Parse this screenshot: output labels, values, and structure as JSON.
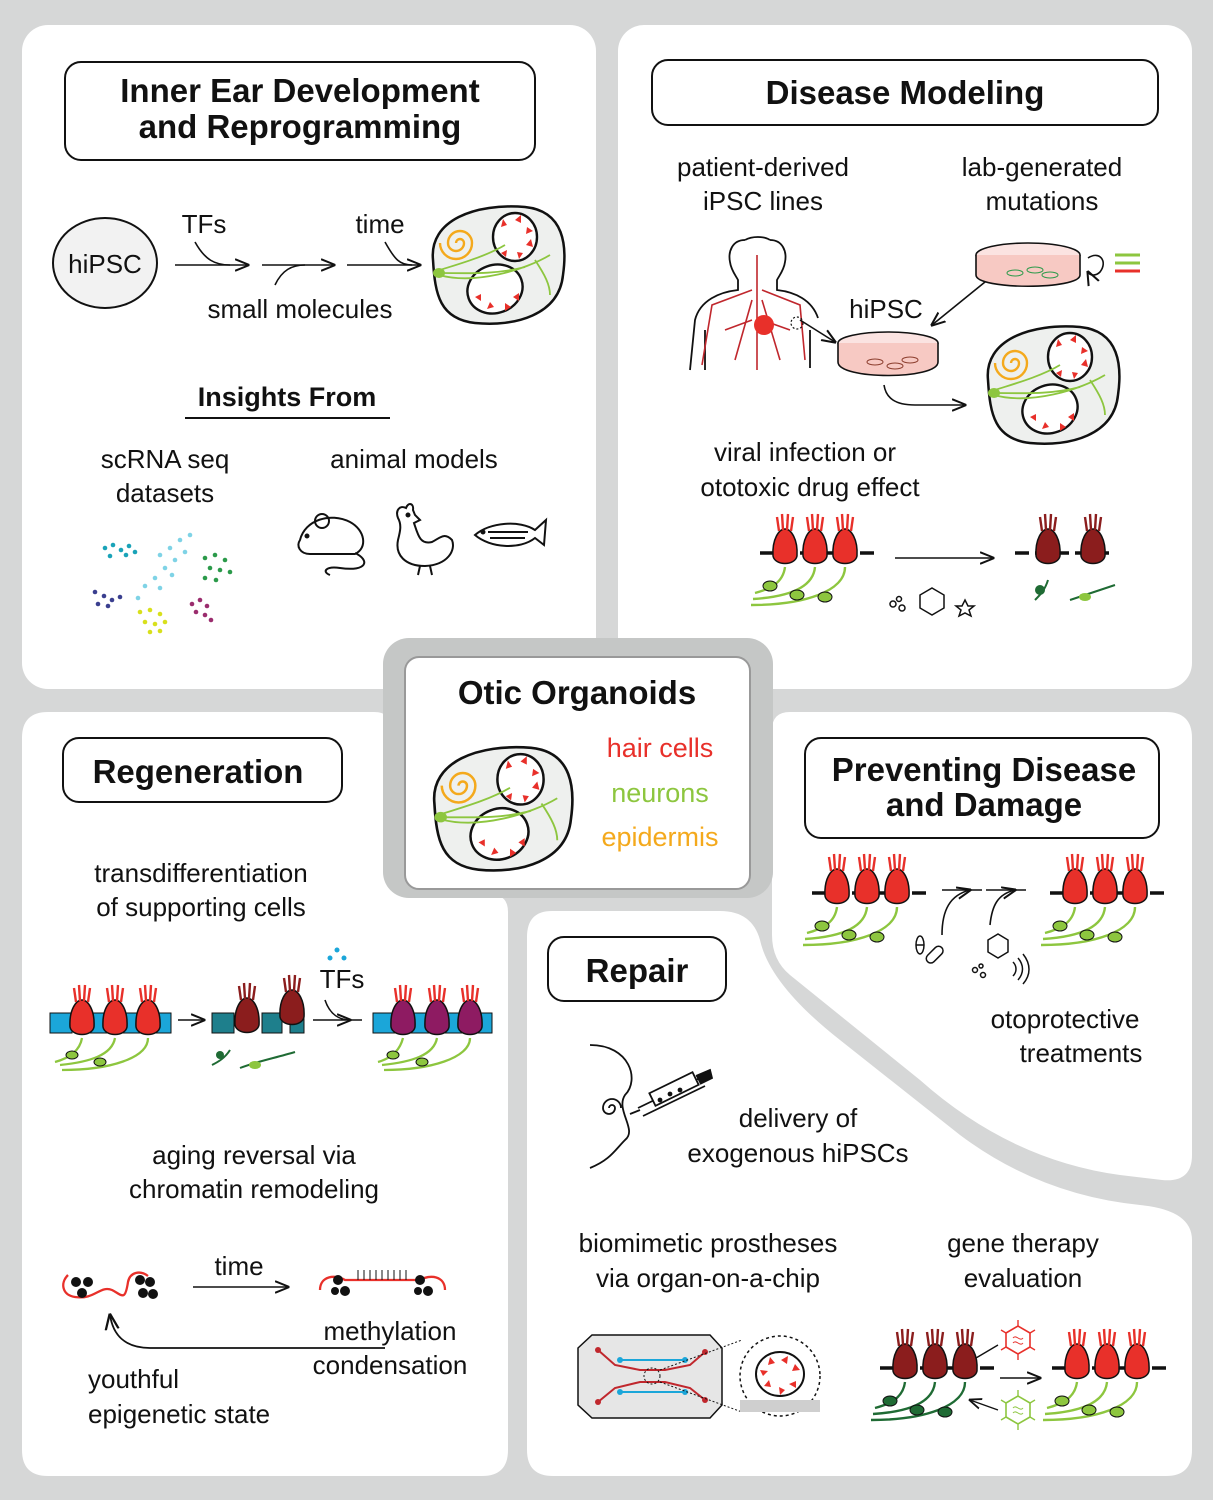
{
  "colors": {
    "background": "#d6d7d7",
    "panel": "#ffffff",
    "hair_cell": "#e8302a",
    "neuron": "#8dc63f",
    "epidermis": "#f4a91c",
    "supporting_cell": "#1ba6d9",
    "methylation": "#e8302a"
  },
  "center": {
    "title": "Otic Organoids",
    "legend": {
      "hair_cells": "hair cells",
      "neurons": "neurons",
      "epidermis": "epidermis"
    }
  },
  "panel_development": {
    "title_line1": "Inner Ear Development",
    "title_line2": "and Reprogramming",
    "hipsc": "hiPSC",
    "tfs": "TFs",
    "time": "time",
    "small_molecules": "small molecules",
    "insights_heading": "Insights From",
    "scrna_line1": "scRNA seq",
    "scrna_line2": "datasets",
    "animal_models": "animal models"
  },
  "panel_disease": {
    "title": "Disease Modeling",
    "patient_line1": "patient-derived",
    "patient_line2": "iPSC lines",
    "lab_line1": "lab-generated",
    "lab_line2": "mutations",
    "hipsc": "hiPSC",
    "viral_line1": "viral infection or",
    "viral_line2": "ototoxic drug effect"
  },
  "panel_regeneration": {
    "title": "Regeneration",
    "trans_line1": "transdifferentiation",
    "trans_line2": "of supporting cells",
    "tfs": "TFs",
    "aging_line1": "aging reversal via",
    "aging_line2": "chromatin remodeling",
    "time": "time",
    "methyl_line1": "methylation",
    "methyl_line2": "condensation",
    "youthful_line1": "youthful",
    "youthful_line2": "epigenetic state"
  },
  "panel_preventing": {
    "title_line1": "Preventing Disease",
    "title_line2": "and Damage",
    "caption_line1": "otoprotective",
    "caption_line2": "treatments"
  },
  "panel_repair": {
    "title": "Repair",
    "delivery_line1": "delivery of",
    "delivery_line2": "exogenous hiPSCs",
    "bio_line1": "biomimetic prostheses",
    "bio_line2": "via organ-on-a-chip",
    "gene_line1": "gene therapy",
    "gene_line2": "evaluation"
  }
}
